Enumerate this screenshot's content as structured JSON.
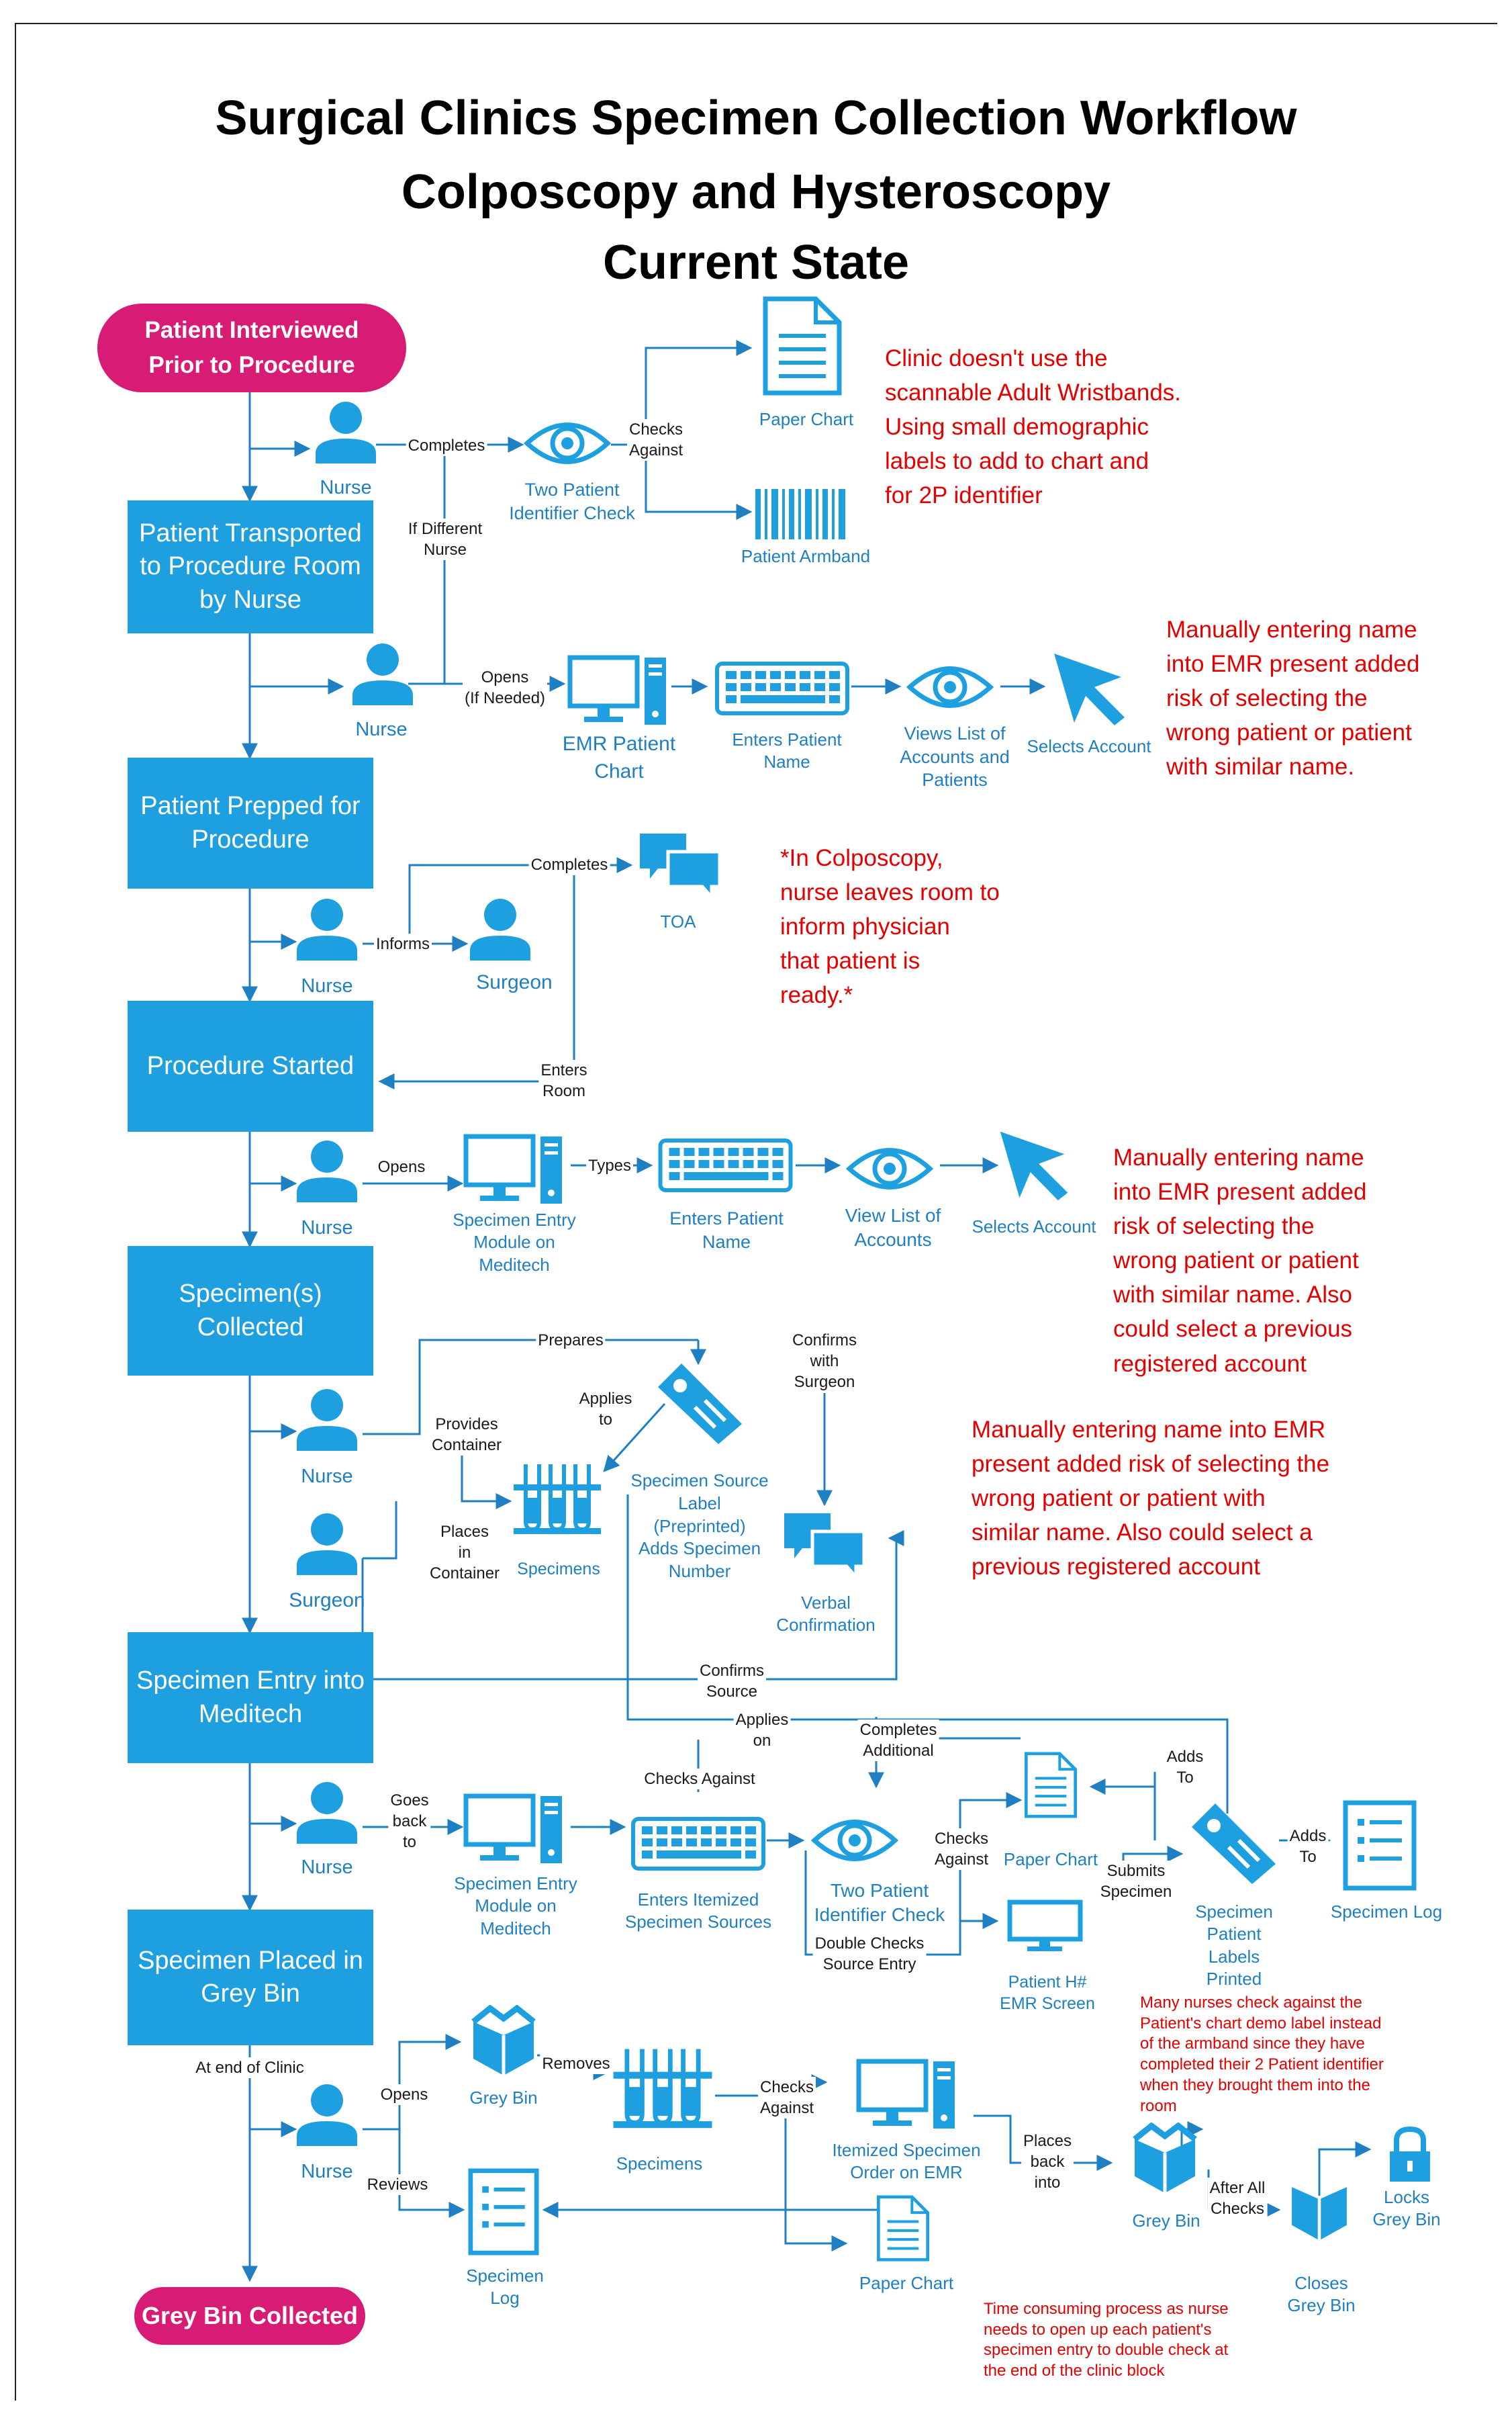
{
  "title": {
    "line1": "Surgical Clinics Specimen Collection Workflow",
    "line2": "Colposcopy and Hysteroscopy",
    "line3": "Current State"
  },
  "steps": {
    "start": "Patient Interviewed\nPrior to Procedure",
    "transported": "Patient Transported to Procedure Room by Nurse",
    "prepped": "Patient Prepped for Procedure",
    "started": "Procedure Started",
    "collected": "Specimen(s) Collected",
    "entry": "Specimen Entry into Meditech",
    "placed": "Specimen Placed in Grey Bin",
    "end": "Grey Bin Collected"
  },
  "actors": {
    "nurse1": "Nurse",
    "nurse2": "Nurse",
    "nurse3": "Nurse",
    "surgeon1": "Surgeon",
    "nurse4": "Nurse",
    "nurse5": "Nurse",
    "surgeon2": "Surgeon",
    "nurse6": "Nurse",
    "nurse7": "Nurse"
  },
  "objects": {
    "two_pid_1": "Two Patient\nIdentifier Check",
    "paper_chart_1": "Paper Chart",
    "armband": "Patient Armband",
    "emr_chart": "EMR Patient\nChart",
    "enters_name_1": "Enters Patient\nName",
    "views_list_1": "Views List of\nAccounts and\nPatients",
    "selects_1": "Selects Account",
    "toa": "TOA",
    "spec_module_1": "Specimen Entry\nModule on\nMeditech",
    "enters_name_2": "Enters Patient\nName",
    "view_list_2": "View List of\nAccounts",
    "selects_2": "Selects Account",
    "source_label": "Specimen Source\nLabel\n(Preprinted)\nAdds Specimen\nNumber",
    "specimens_1": "Specimens",
    "verbal": "Verbal\nConfirmation",
    "spec_module_2": "Specimen Entry\nModule on\nMeditech",
    "itemized_sources": "Enters Itemized\nSpecimen Sources",
    "two_pid_2": "Two Patient\nIdentifier Check",
    "paper_chart_2": "Paper Chart",
    "hnum": "Patient H#\nEMR Screen",
    "labels_printed": "Specimen\nPatient\nLabels\nPrinted",
    "spec_log_1": "Specimen Log",
    "grey_bin_1": "Grey Bin",
    "specimens_2": "Specimens",
    "itemized_order": "Itemized Specimen\nOrder on EMR",
    "paper_chart_3": "Paper Chart",
    "spec_log_2": "Specimen\nLog",
    "grey_bin_2": "Grey Bin",
    "locks": "Locks\nGrey Bin",
    "closes": "Closes\nGrey Bin"
  },
  "edges": {
    "completes_1": "Completes",
    "checks_against_1": "Checks\nAgainst",
    "if_different": "If Different\nNurse",
    "opens_if": "Opens\n(If Needed)",
    "completes_2": "Completes",
    "informs": "Informs",
    "enters_room": "Enters\nRoom",
    "opens_1": "Opens",
    "types": "Types",
    "prepares": "Prepares",
    "confirms_surgeon": "Confirms\nwith\nSurgeon",
    "applies_to": "Applies\nto",
    "provides": "Provides\nContainer",
    "places_in": "Places\nin\nContainer",
    "confirms_source": "Confirms\nSource",
    "applies_on": "Applies\non",
    "completes_additional": "Completes\nAdditional",
    "checks_against_2": "Checks Against",
    "goes_back": "Goes\nback\nto",
    "checks_against_3": "Checks\nAgainst",
    "double_checks": "Double Checks\nSource Entry",
    "submits": "Submits\nSpecimen",
    "adds_to_1": "Adds\nTo",
    "adds_to_2": "Adds\nTo",
    "end_of_clinic": "At end of Clinic",
    "opens_2": "Opens",
    "removes": "Removes",
    "reviews": "Reviews",
    "checks_against_4": "Checks\nAgainst",
    "places_back": "Places\nback\ninto",
    "after_all": "After All\nChecks"
  },
  "notes": {
    "wristbands": "Clinic doesn't use the\nscannable Adult Wristbands.\nUsing small demographic\nlabels to add to chart and\nfor 2P identifier",
    "manual_1": "Manually entering name\ninto EMR present added\nrisk of selecting the\nwrong patient or patient\nwith similar name.",
    "colposcopy": "*In Colposcopy,\nnurse leaves room to\ninform physician\nthat patient is\nready.*",
    "manual_2": "Manually entering name\ninto EMR present added\nrisk of selecting the\nwrong patient or patient\nwith similar name. Also\ncould select a previous\nregistered account",
    "manual_3": "Manually entering name into EMR\npresent added risk of selecting the\nwrong patient or patient with\nsimilar name. Also could select a\nprevious registered account",
    "demo_label": "Many nurses check against the\nPatient's chart demo label instead\nof the armband since they have\ncompleted their 2 Patient identifier\nwhen they brought them into the\nroom",
    "time_consuming": "Time consuming process as nurse\nneeds to open up each patient's\nspecimen entry to double check at\nthe end of the clinic block"
  },
  "colors": {
    "accent": "#1ea0e0",
    "pill": "#d81b75",
    "note": "#e50000",
    "line": "#1e7fc2"
  }
}
